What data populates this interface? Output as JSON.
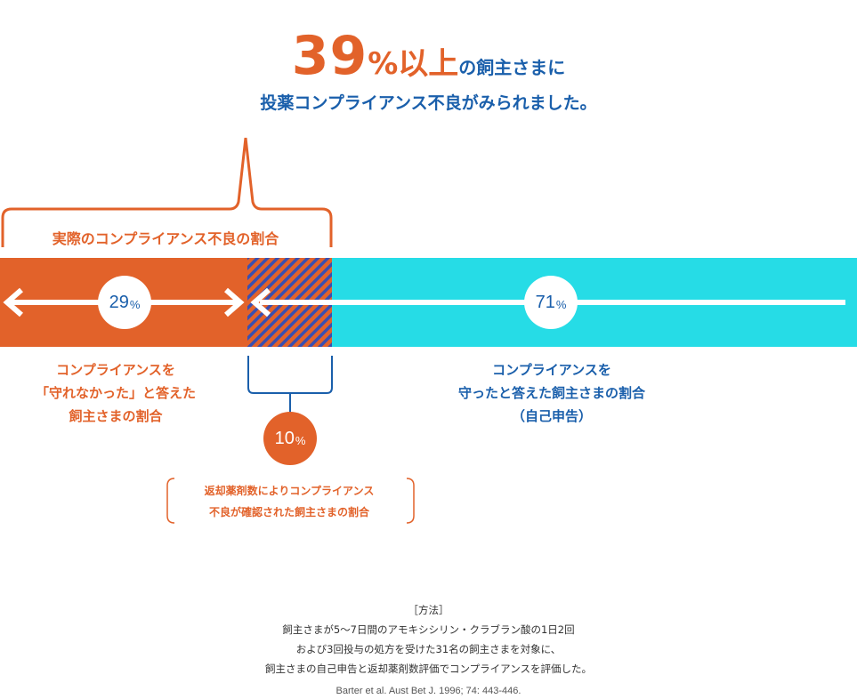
{
  "headline": {
    "percent_value": "39",
    "percent_sign": "%",
    "above": "以上",
    "rest": "の飼主さまに"
  },
  "subheadline": "投薬コンプライアンス不良がみられました。",
  "bracket_label": "実際のコンプライアンス不良の割合",
  "segments": [
    {
      "value": "29",
      "unit": "%",
      "fraction": 0.29,
      "lines": [
        "コンプライアンスを",
        "「守れなかった」と答えた",
        "飼主さまの割合"
      ]
    },
    {
      "value": "10",
      "unit": "%",
      "fraction": 0.1,
      "lines": [
        "返却薬剤数によりコンプライアンス",
        "不良が確認された飼主さまの割合"
      ]
    },
    {
      "value": "71",
      "unit": "%",
      "fraction": 0.71,
      "lines": [
        "コンプライアンスを",
        "守ったと答えた飼主さまの割合",
        "（自己申告）"
      ]
    }
  ],
  "colors": {
    "orange": "#e2622a",
    "cyan": "#26dce6",
    "blue": "#1a5fab",
    "hatch_stripe": "#3a4fb0"
  },
  "method": {
    "heading": "［方法］",
    "lines": [
      "飼主さまが5〜7日間のアモキシシリン・クラブラン酸の1日2回",
      "および3回投与の処方を受けた31名の飼主さまを対象に、",
      "飼主さまの自己申告と返却薬剤数評価でコンプライアンスを評価した。"
    ]
  },
  "citation": "Barter et al. Aust Bet J. 1996; 74: 443-446."
}
